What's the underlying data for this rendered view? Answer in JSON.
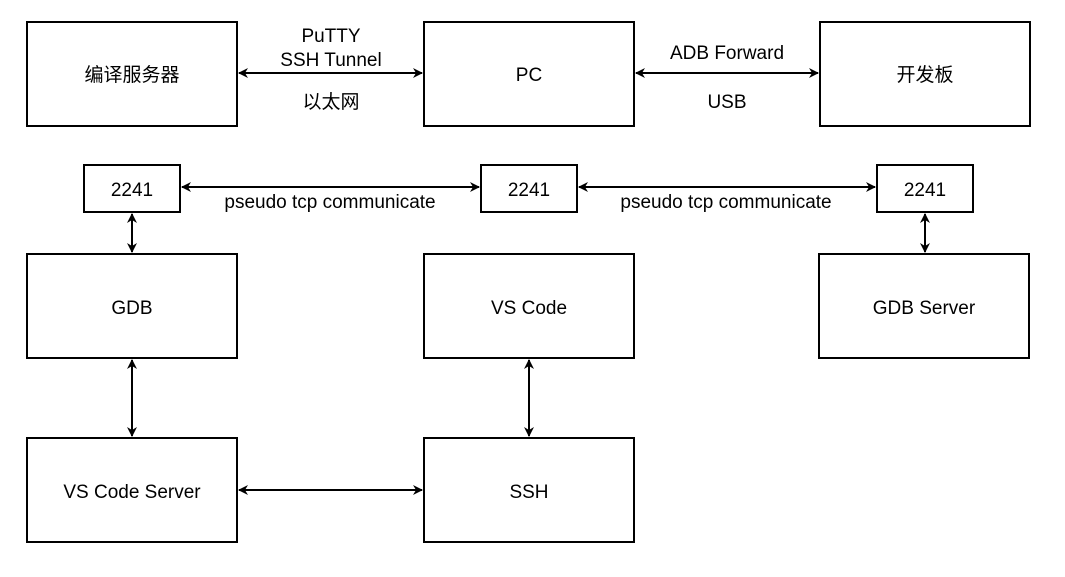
{
  "nodes": {
    "build_server": "编译服务器",
    "pc": "PC",
    "dev_board": "开发板",
    "port_left": "2241",
    "port_mid": "2241",
    "port_right": "2241",
    "gdb": "GDB",
    "vscode": "VS Code",
    "gdb_server": "GDB Server",
    "vscode_server": "VS Code Server",
    "ssh": "SSH"
  },
  "edges": {
    "server_pc_line1": "PuTTY",
    "server_pc_line2": "SSH Tunnel",
    "server_pc_below": "以太网",
    "pc_board_above": "ADB Forward",
    "pc_board_below": "USB",
    "port_left_mid": "pseudo tcp communicate",
    "port_mid_right": "pseudo tcp communicate"
  },
  "colors": {
    "stroke": "#000000",
    "fill": "#ffffff"
  }
}
